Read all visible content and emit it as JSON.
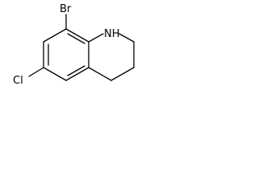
{
  "molecule": {
    "atoms": {
      "br": "Br",
      "nh": "NH",
      "cl": "Cl"
    }
  }
}
